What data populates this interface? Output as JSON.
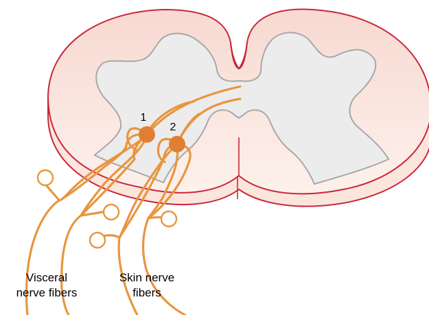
{
  "colors": {
    "cord_outline": "#c8283a",
    "cord_fill_top": "#f9e3dc",
    "cord_fill_side": "#fbe7df",
    "gray_matter_fill": "#ececec",
    "gray_matter_outline": "#a8a8a8",
    "nerve": "#e8953f",
    "ganglion": "#e07f34",
    "text": "#000000"
  },
  "neurons": [
    {
      "label": "1"
    },
    {
      "label": "2"
    }
  ],
  "captions": {
    "visceral": [
      "Visceral",
      "nerve fibers"
    ],
    "skin": [
      "Skin nerve",
      "fibers"
    ]
  }
}
